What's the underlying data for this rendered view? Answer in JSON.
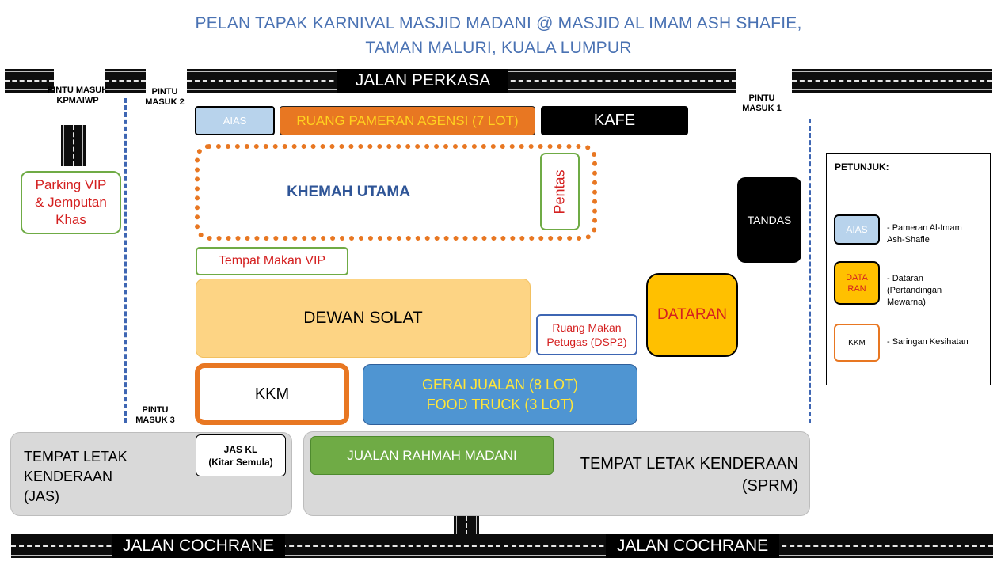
{
  "title": {
    "line1": "PELAN TAPAK KARNIVAL MASJID MADANI @ MASJID AL IMAM ASH SHAFIE,",
    "line2": "TAMAN MALURI, KUALA LUMPUR"
  },
  "roads": {
    "top": "JALAN PERKASA",
    "bottom_left": "JALAN COCHRANE",
    "bottom_right": "JALAN COCHRANE"
  },
  "gates": {
    "kpmaiwp": "PINTU MASUK KPMAIWP",
    "gate1": "PINTU MASUK 1",
    "gate2": "PINTU MASUK 2",
    "gate3": "PINTU MASUK 3"
  },
  "zones": {
    "aias": "AIAS",
    "ruang_pameran": "RUANG PAMERAN AGENSI (7 LOT)",
    "kafe": "KAFE",
    "khemah_utama": "KHEMAH UTAMA",
    "pentas": "Pentas",
    "tandas": "TANDAS",
    "parking_vip": "Parking VIP & Jemputan Khas",
    "tempat_makan_vip": "Tempat Makan VIP",
    "dewan_solat": "DEWAN SOLAT",
    "ruang_makan_petugas": "Ruang Makan Petugas (DSP2)",
    "dataran": "DATARAN",
    "kkm": "KKM",
    "gerai_jualan": "GERAI JUALAN (8 LOT)",
    "food_truck": "FOOD TRUCK (3 LOT)",
    "parking_jas_l1": "TEMPAT LETAK",
    "parking_jas_l2": "KENDERAAN",
    "parking_jas_l3": "(JAS)",
    "jas_kl_l1": "JAS KL",
    "jas_kl_l2": "(Kitar Semula)",
    "jualan_rahmah": "JUALAN RAHMAH MADANI",
    "parking_sprm_l1": "TEMPAT LETAK KENDERAAN",
    "parking_sprm_l2": "(SPRM)"
  },
  "legend": {
    "title": "PETUNJUK:",
    "items": [
      {
        "swatch": "AIAS",
        "label": "- Pameran Al-Imam Ash-Shafie"
      },
      {
        "swatch": "DATA RAN",
        "label": "- Dataran (Pertandingan Mewarna)"
      },
      {
        "swatch": "KKM",
        "label": "- Saringan Kesihatan"
      }
    ]
  },
  "colors": {
    "title": "#4a72b3",
    "aias": "#b8d3ec",
    "pameran": "#e87722",
    "pameran_text": "#ffd21f",
    "khemah_border": "#e87722",
    "green_border": "#6fab45",
    "red_text": "#d42020",
    "dewan": "#fdd484",
    "dataran": "#ffc000",
    "gerai": "#4f95d2",
    "gerai_text": "#ffe63a",
    "jualan_rahmah": "#6fab45",
    "parking_grey": "#d9d9d9",
    "gate_dash": "#3e66b3"
  }
}
